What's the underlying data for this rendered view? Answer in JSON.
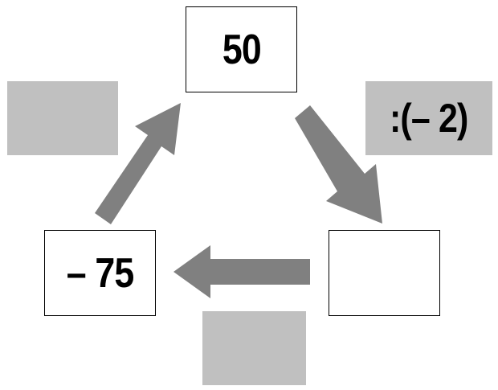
{
  "diagram": {
    "nodes": {
      "top": "50",
      "bottom_right": "",
      "bottom_left": "– 75"
    },
    "operations": {
      "top_to_bottom_right": ":(– 2)",
      "bottom_right_to_bottom_left": "",
      "bottom_left_to_top": ""
    },
    "colors": {
      "arrow": "#808080",
      "operation_box": "#c0c0c0",
      "node_border": "#000000"
    }
  }
}
